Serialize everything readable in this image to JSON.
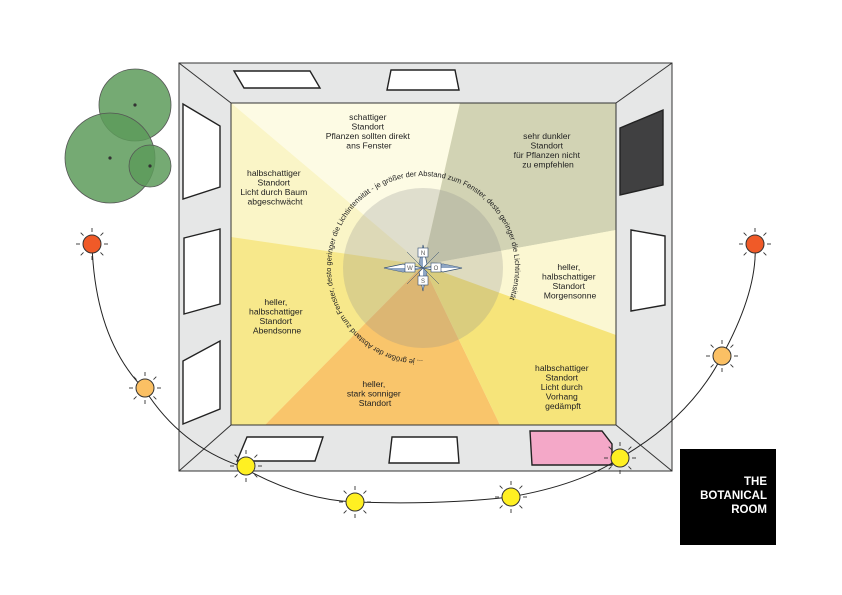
{
  "zones": {
    "top_center": [
      "schattiger",
      "Standort",
      "Pflanzen sollten direkt",
      "ans Fenster"
    ],
    "top_right": [
      "sehr dunkler",
      "Standort",
      "für Pflanzen nicht",
      "zu empfehlen"
    ],
    "upper_left": [
      "halbschattiger",
      "Standort",
      "Licht durch Baum",
      "abgeschwächt"
    ],
    "right": [
      "heller,",
      "halbschattiger",
      "Standort",
      "Morgensonne"
    ],
    "left": [
      "heller,",
      "halbschattiger",
      "Standort",
      "Abendsonne"
    ],
    "bottom_center": [
      "heller,",
      "stark sonniger",
      "Standort"
    ],
    "bottom_right": [
      "halbschattiger",
      "Standort",
      "Licht durch",
      "Vorhang",
      "gedämpft"
    ]
  },
  "circle_text": "... je größer der Abstand zum Fenster, desto geringer die Lichtintensität - je größer der Abstand zum Fenster, desto geringer die Lichtintensität",
  "compass": {
    "north": "N",
    "east": "O",
    "south": "S",
    "west": "W"
  },
  "logo": [
    "THE",
    "BOTANICAL",
    "ROOM"
  ],
  "colors": {
    "wall": "#e6e7e7",
    "zone_top_center": "#fdfbe4",
    "zone_top_right": "#d2d3b4",
    "zone_upper_left": "#faf5c7",
    "zone_right": "#fbf7d2",
    "zone_left": "#f7e88b",
    "zone_bottom": "#f9c56b",
    "zone_bottom_right": "#f6e47a",
    "sun_red": "#f05a28",
    "sun_orange": "#fbc064",
    "sun_yellow": "#fff022",
    "tree": "#5d9b5b",
    "curtain": "#f4a8c8",
    "logo_bg": "#000000"
  }
}
